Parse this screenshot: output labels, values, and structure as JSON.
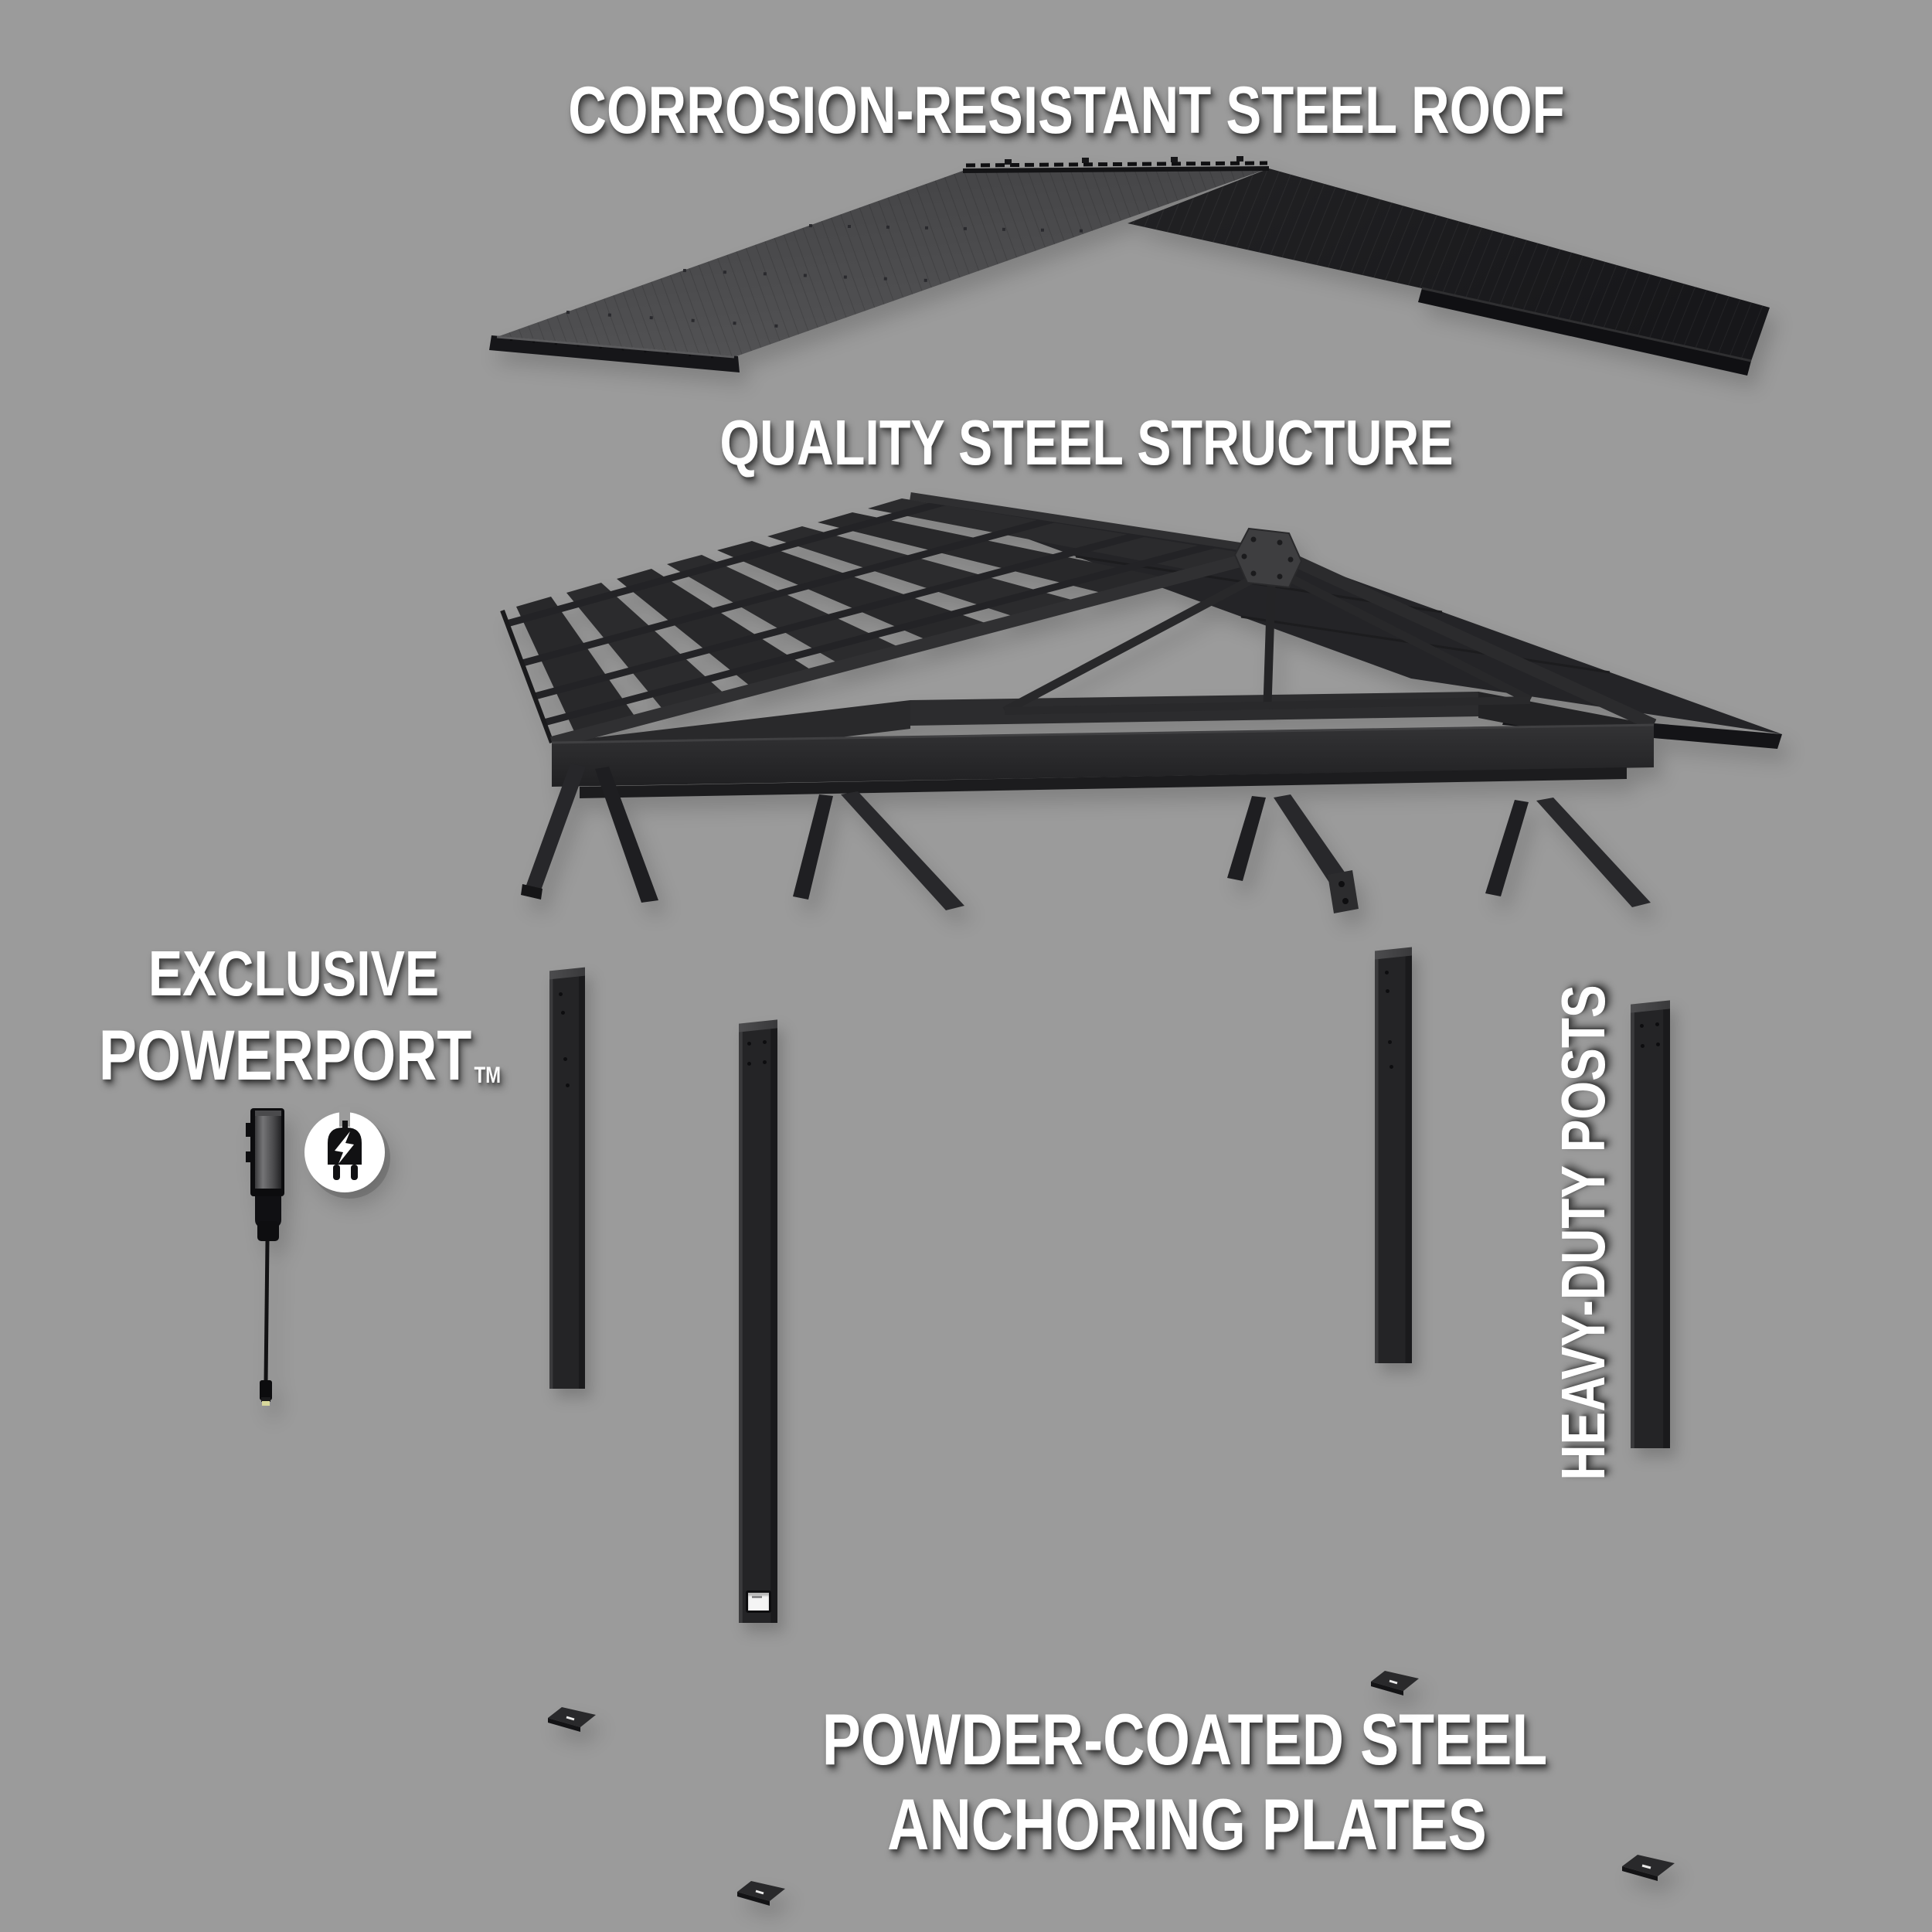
{
  "page": {
    "background": "#9b9b9b"
  },
  "labels": {
    "roof": "CORROSION-RESISTANT STEEL ROOF",
    "structure": "QUALITY STEEL STRUCTURE",
    "powerport_line1": "EXCLUSIVE",
    "powerport_line2": "POWERPORT",
    "powerport_tm": "TM",
    "posts": "HEAVY-DUTY POSTS",
    "plates_line1": "POWDER-COATED STEEL",
    "plates_line2": "ANCHORING PLATES"
  },
  "icons": {
    "powerport": "plug-lightning-icon"
  },
  "colors": {
    "background": "#9b9b9b",
    "label_text": "#ffffff",
    "roof_panel_light": "#4b4b4d",
    "roof_panel_dark": "#1d1d1f",
    "steel_frame": "#28282a",
    "steel_shadow": "#1a1a1c",
    "steel_highlight": "#3e3e40",
    "outlet_face": "#f4f4f4",
    "plug_tip": "#d8d89c"
  }
}
